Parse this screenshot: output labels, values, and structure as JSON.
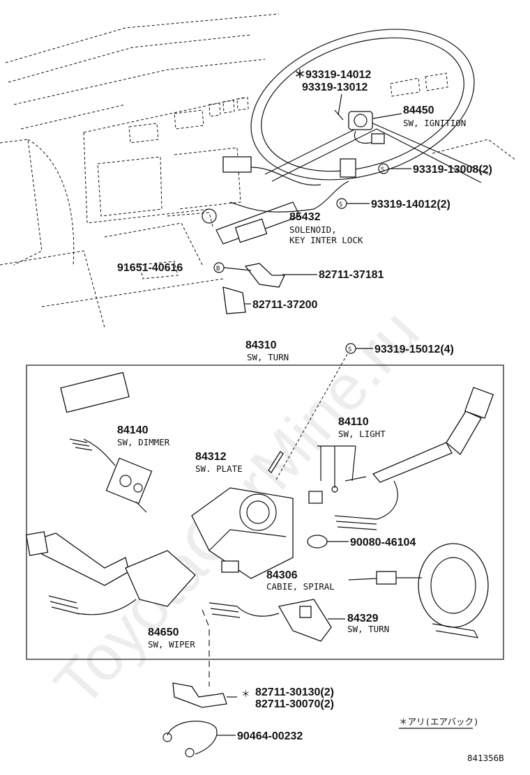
{
  "watermark": "ToyotaCarMine.ru",
  "labels": {
    "p93319_14012_star": "＊93319-14012",
    "p93319_13012": "93319-13012",
    "p84450": "84450",
    "p84450_name": "SW, IGNITION",
    "p93319_13008": "93319-13008(2)",
    "p93319_14012_2": "93319-14012(2)",
    "p85432": "85432",
    "p85432_name1": "SOLENOID,",
    "p85432_name2": "KEY INTER LOCK",
    "p91651": "91651-40616",
    "p82711_37181": "82711-37181",
    "p82711_37200": "82711-37200",
    "p84310": "84310",
    "p84310_name": "SW, TURN",
    "p93319_15012": "93319-15012(4)",
    "p84140": "84140",
    "p84140_name": "SW, DIMMER",
    "p84110": "84110",
    "p84110_name": "SW, LIGHT",
    "p84312": "84312",
    "p84312_name": "SW. PLATE",
    "p90080": "90080-46104",
    "p84306": "84306",
    "p84306_name": "CABIE, SPIRAL",
    "p84329": "84329",
    "p84329_name": "SW, TURN",
    "p84650": "84650",
    "p84650_name": "SW, WIPER",
    "p82711_30130": "82711-30130(2)",
    "p82711_30070": "82711-30070(2)",
    "star": "＊",
    "p90464": "90464-00232",
    "note": "＊アリ(エアバック)",
    "code": "841356B",
    "sym_s": "S",
    "sym_b": "B"
  }
}
